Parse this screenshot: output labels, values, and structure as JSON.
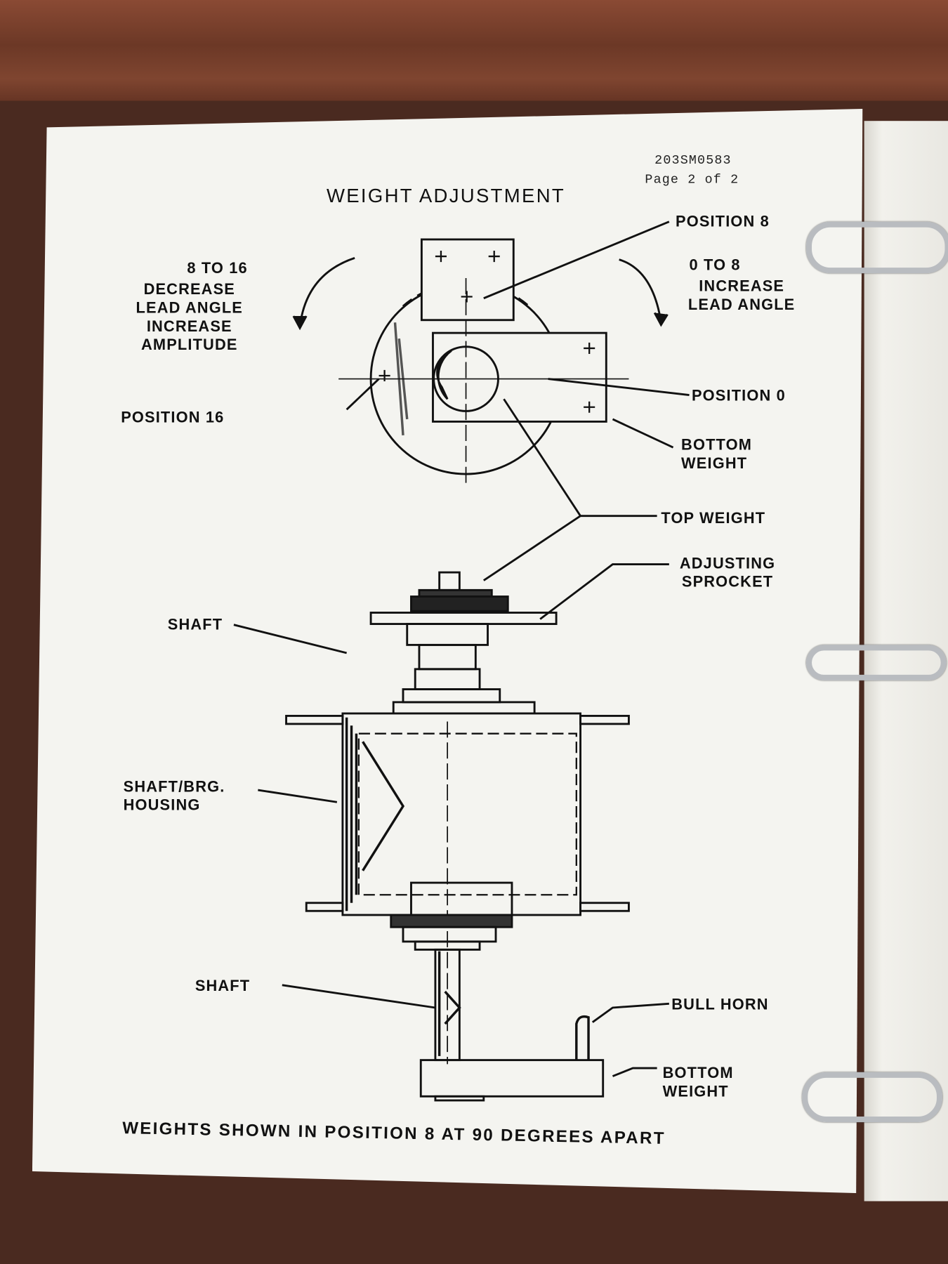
{
  "header": {
    "doc_number": "203SM0583",
    "page": "Page 2 of 2"
  },
  "title": "WEIGHT ADJUSTMENT",
  "top_view": {
    "position_8": "POSITION 8",
    "range_8_16": "8 TO 16",
    "range_8_16_desc": [
      "DECREASE",
      "LEAD ANGLE",
      "INCREASE",
      "AMPLITUDE"
    ],
    "range_0_8": "0 TO 8",
    "range_0_8_desc": [
      "INCREASE",
      "LEAD ANGLE"
    ],
    "position_0": "POSITION 0",
    "position_16": "POSITION 16",
    "bottom_weight": [
      "BOTTOM",
      "WEIGHT"
    ]
  },
  "side_view": {
    "top_weight": "TOP WEIGHT",
    "adjusting_sprocket": [
      "ADJUSTING",
      "SPROCKET"
    ],
    "shaft_upper": "SHAFT",
    "housing": [
      "SHAFT/BRG.",
      "HOUSING"
    ],
    "shaft_lower": "SHAFT",
    "bull_horn": "BULL HORN",
    "bottom_weight": [
      "BOTTOM",
      "WEIGHT"
    ]
  },
  "caption": "WEIGHTS SHOWN IN POSITION 8 AT 90 DEGREES APART"
}
